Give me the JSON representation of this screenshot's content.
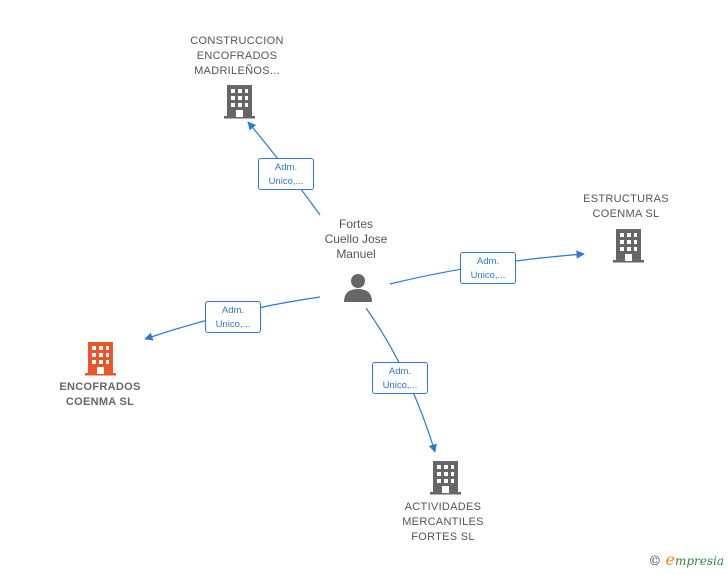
{
  "person": {
    "name": "Fortes\nCuello Jose\nManuel"
  },
  "companies": [
    {
      "id": "construccion",
      "label": "CONSTRUCCION\nENCOFRADOS\nMADRILEÑOS...",
      "highlight": false
    },
    {
      "id": "estructuras",
      "label": "ESTRUCTURAS\nCOENMA  SL",
      "highlight": false
    },
    {
      "id": "encofrados",
      "label": "ENCOFRADOS\nCOENMA  SL",
      "highlight": true
    },
    {
      "id": "actividades",
      "label": "ACTIVIDADES\nMERCANTILES\nFORTES  SL",
      "highlight": false
    }
  ],
  "edges": [
    {
      "to": "construccion",
      "label": "Adm.\nUnico,..."
    },
    {
      "to": "estructuras",
      "label": "Adm.\nUnico,..."
    },
    {
      "to": "encofrados",
      "label": "Adm.\nUnico,..."
    },
    {
      "to": "actividades",
      "label": "Adm.\nUnico,..."
    }
  ],
  "footer": {
    "copyright": "©",
    "brand_initial": "e",
    "brand_rest": "mpresia"
  },
  "colors": {
    "edge": "#2f78d4",
    "icon": "#666666",
    "highlight": "#e8562a"
  }
}
